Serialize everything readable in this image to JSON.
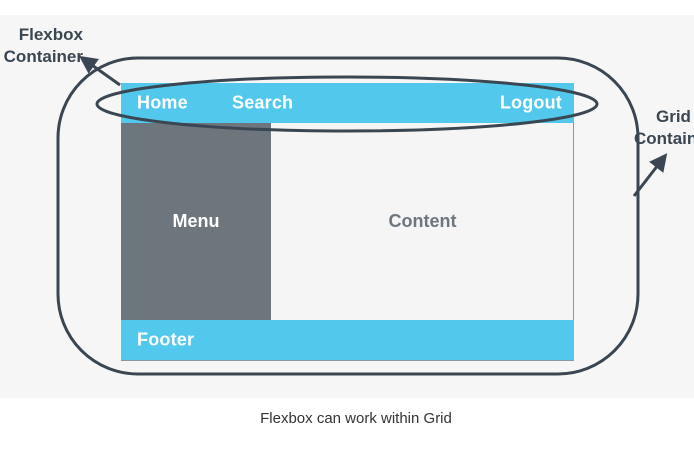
{
  "figure": {
    "header": {
      "home": "Home",
      "search": "Search",
      "logout": "Logout"
    },
    "menu_label": "Menu",
    "content_label": "Content",
    "footer_label": "Footer",
    "callouts": {
      "flexbox_line1": "Flexbox",
      "flexbox_line2": "Container",
      "grid_line1": "Grid",
      "grid_line2": "Container"
    },
    "caption": "Flexbox can work within Grid"
  },
  "colors": {
    "accent_blue": "#52c9ec",
    "menu_gray": "#6e767d",
    "outline_navy": "#3a4753",
    "panel_background": "#f6f6f6"
  }
}
